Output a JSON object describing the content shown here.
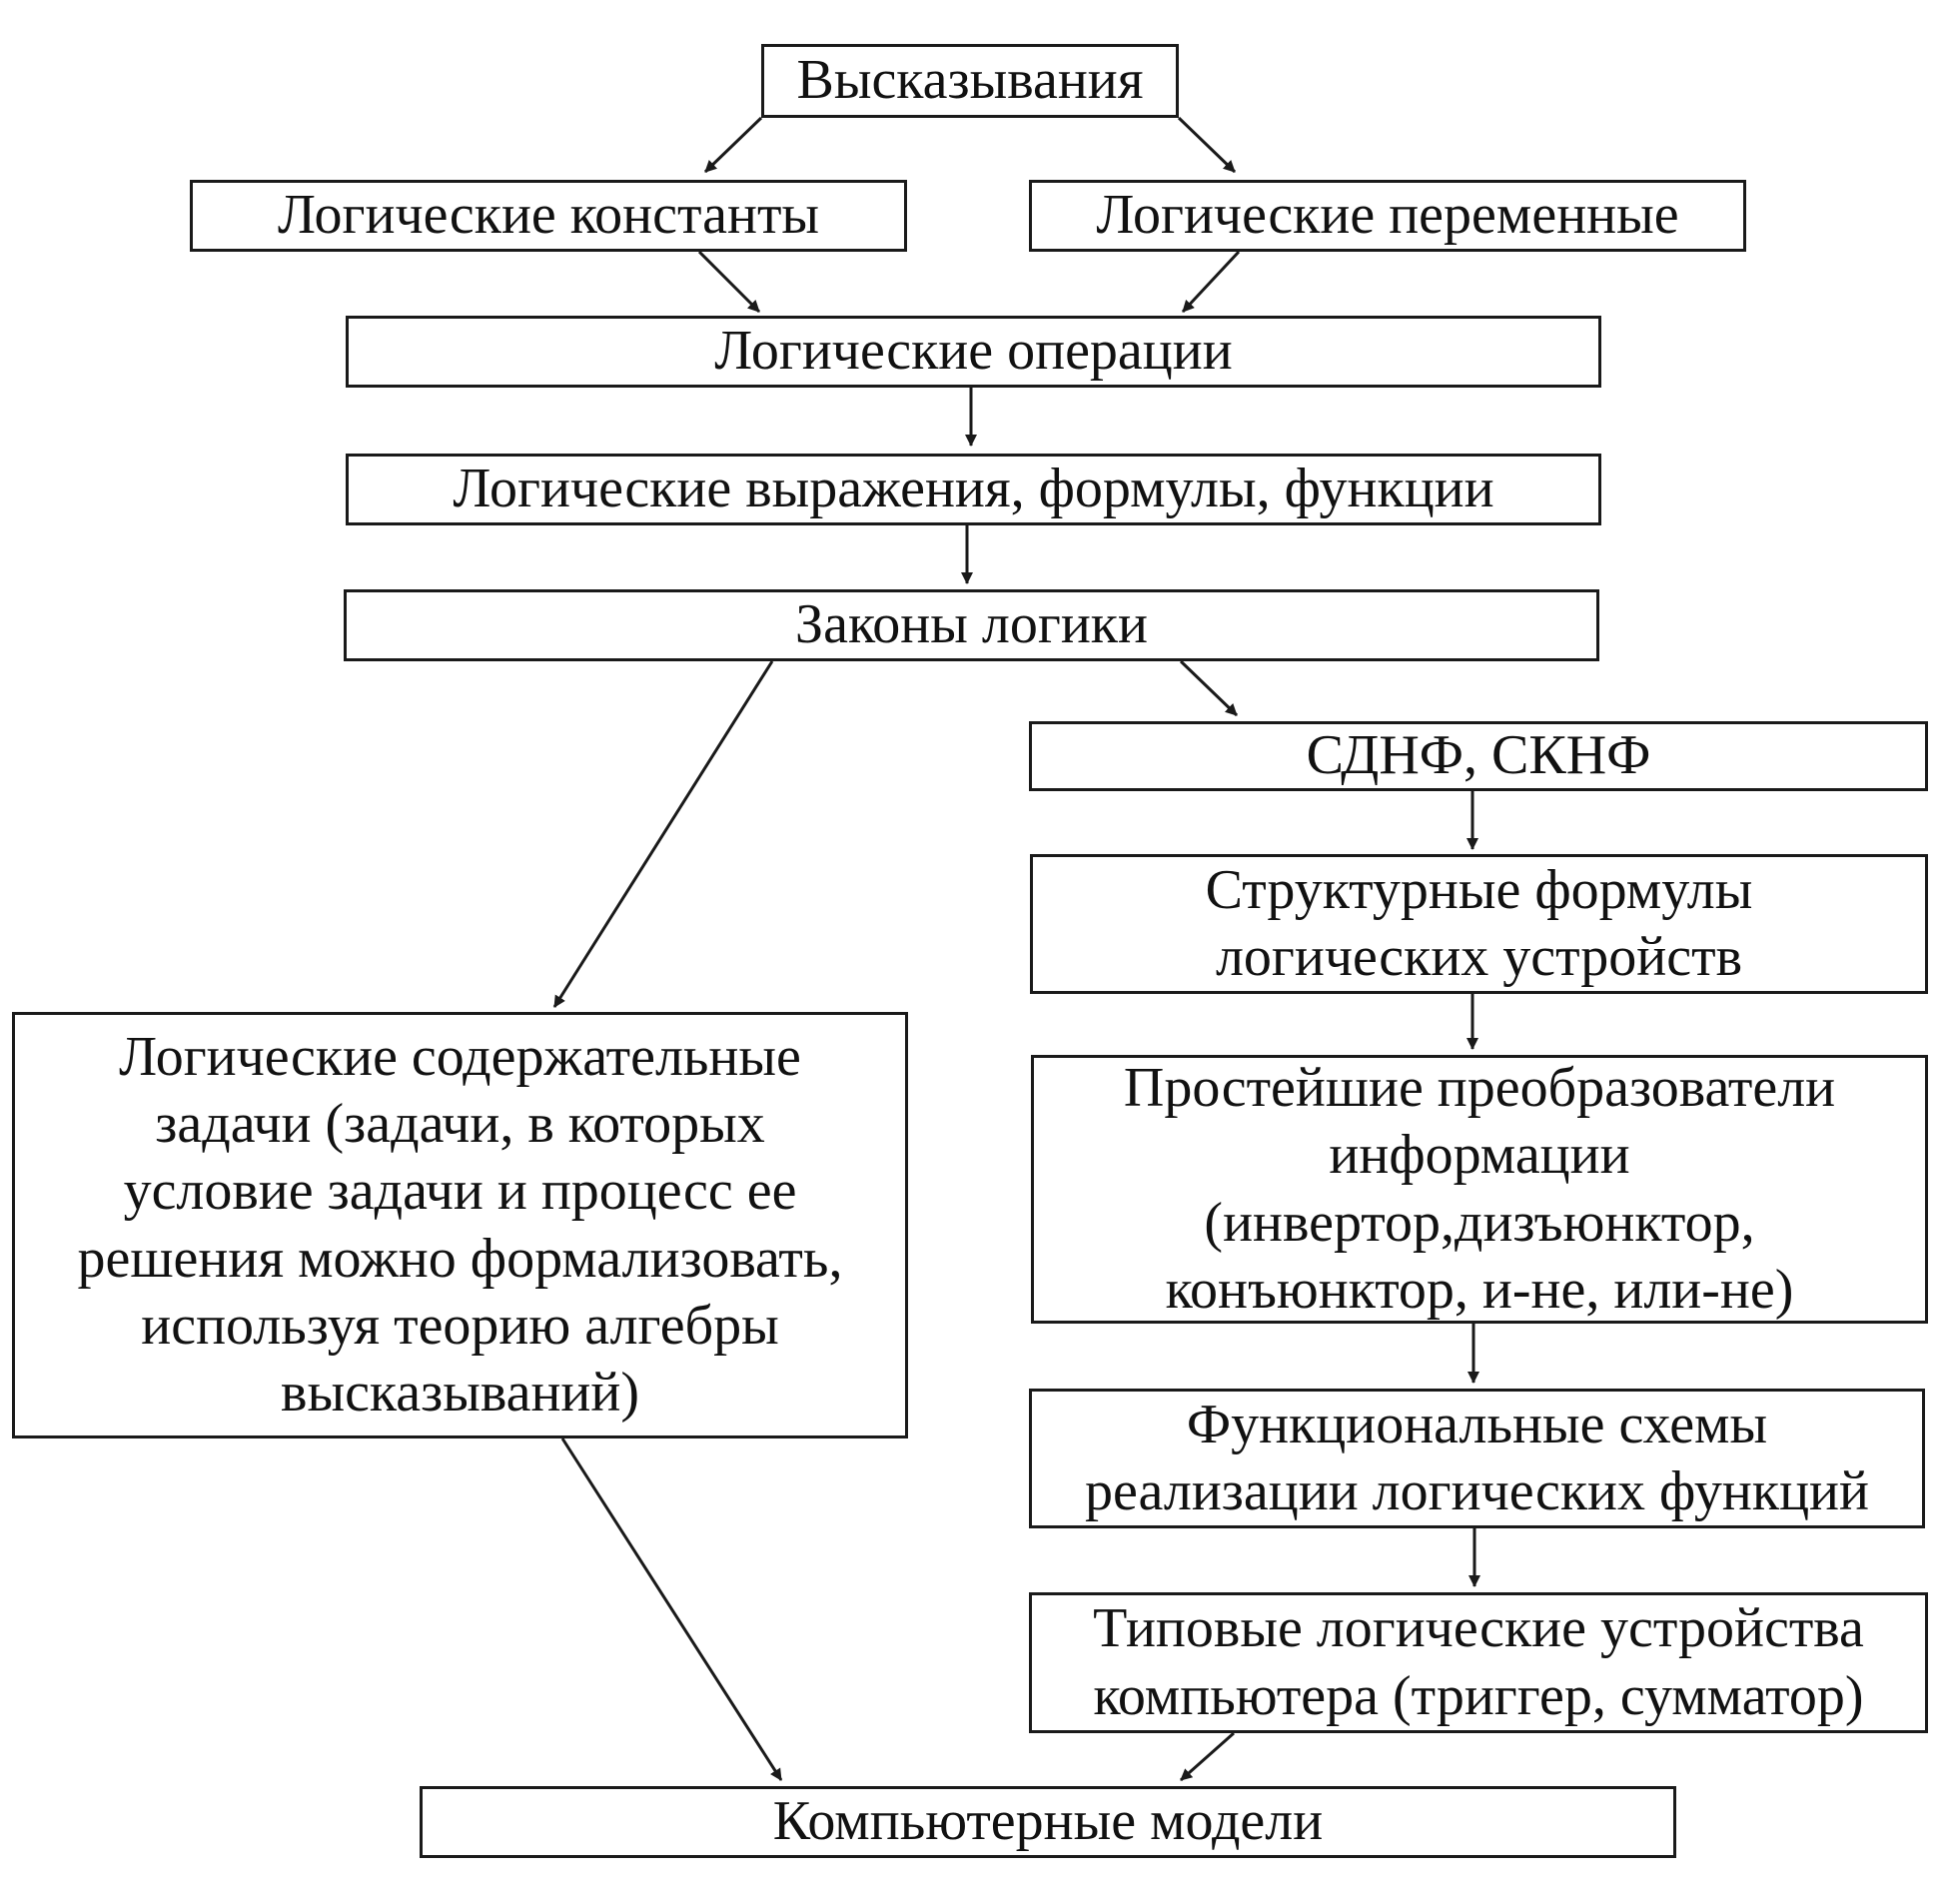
{
  "diagram": {
    "nodes": {
      "statements": "Высказывания",
      "constants": "Логические константы",
      "variables": "Логические переменные",
      "operations": "Логические операции",
      "expressions": "Логические выражения, формулы, функции",
      "laws": "Законы логики",
      "sdnf": "СДНФ, СКНФ",
      "structural": "Структурные формулы\nлогических устройств",
      "converters": "Простейшие преобразователи\nинформации\n(инвертор,дизъюнктор,\nконъюнктор, и-не, или-не)",
      "functional": "Функциональные схемы\nреализации логических функций",
      "typical": "Типовые логические устройства\nкомпьютера (триггер, сумматор)",
      "tasks": "Логические содержательные\nзадачи  (задачи, в которых\nусловие задачи и процесс ее\nрешения можно формализовать,\nиспользуя теорию алгебры\nвысказываний)",
      "models": "Компьютерные модели"
    },
    "edges": [
      [
        "statements",
        "constants"
      ],
      [
        "statements",
        "variables"
      ],
      [
        "constants",
        "operations"
      ],
      [
        "variables",
        "operations"
      ],
      [
        "operations",
        "expressions"
      ],
      [
        "expressions",
        "laws"
      ],
      [
        "laws",
        "sdnf"
      ],
      [
        "laws",
        "tasks"
      ],
      [
        "sdnf",
        "structural"
      ],
      [
        "structural",
        "converters"
      ],
      [
        "converters",
        "functional"
      ],
      [
        "functional",
        "typical"
      ],
      [
        "tasks",
        "models"
      ],
      [
        "typical",
        "models"
      ]
    ]
  }
}
